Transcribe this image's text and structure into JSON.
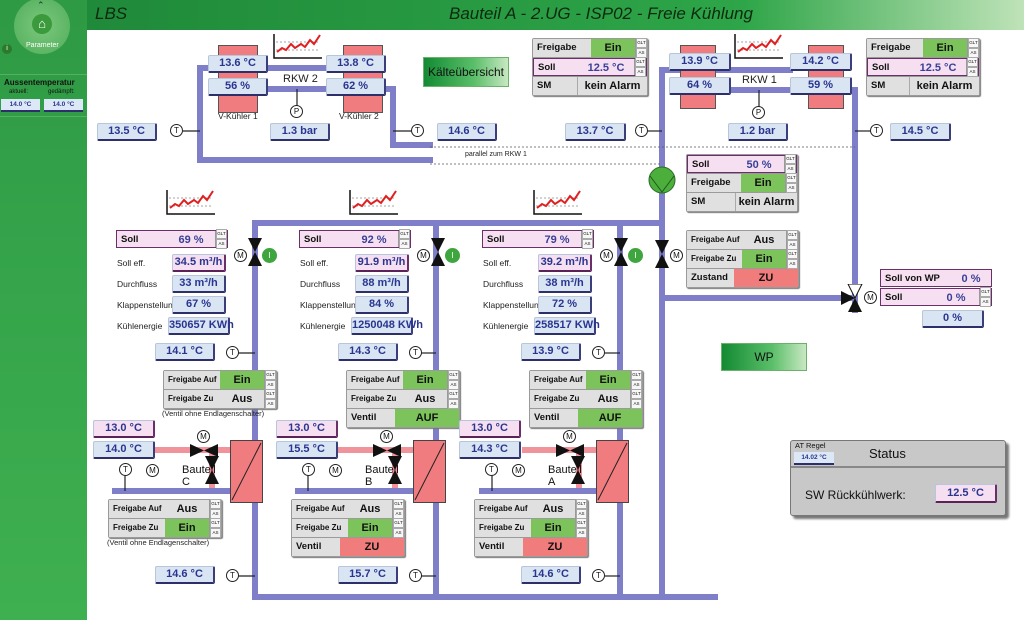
{
  "header": {
    "brand": "LBS",
    "title": "Bauteil A - 2.UG - ISP02 - Freie Kühlung"
  },
  "sidebar": {
    "nav_label": "Parameter",
    "outside_temp": {
      "title": "Aussentemperatur",
      "current_label": "aktuell:",
      "damped_label": "gedämpft:",
      "current": "14.0 °C",
      "damped": "14.0 °C"
    }
  },
  "common": {
    "glt": "GLT",
    "as": "AS",
    "t": "T",
    "p": "P",
    "m": "M"
  },
  "labels": {
    "freigabe": "Freigabe",
    "soll": "Soll",
    "sm": "SM",
    "soll_eff": "Soll eff.",
    "durchfluss": "Durchfluss",
    "klappen": "Klappenstellung",
    "energie": "Kühlenergie",
    "freigabe_auf": "Freigabe Auf",
    "freigabe_zu": "Freigabe Zu",
    "ventil": "Ventil",
    "zustand": "Zustand",
    "soll_wp": "Soll von WP"
  },
  "kaelte_button": "Kälteübersicht",
  "wp_button": "WP",
  "parallel_note": "parallel zum RKW 1",
  "rkw2": {
    "label": "RKW 2",
    "vk1_label": "V-Kühler 1",
    "vk1_temp": "13.6 °C",
    "vk1_pct": "56 %",
    "vk2_label": "V-Kühler 2",
    "vk2_temp": "13.8 °C",
    "vk2_pct": "62 %",
    "pressure": "1.3 bar",
    "temp_in": "13.5 °C",
    "temp_out": "14.6 °C",
    "freigabe": "Ein",
    "soll": "12.5 °C",
    "sm": "kein Alarm"
  },
  "rkw1": {
    "label": "RKW 1",
    "c1_temp": "13.9 °C",
    "c1_pct": "64 %",
    "c2_temp": "14.2 °C",
    "c2_pct": "59 %",
    "pressure": "1.2 bar",
    "temp_in": "13.7 °C",
    "temp_out": "14.5 °C",
    "freigabe": "Ein",
    "soll": "12.5 °C",
    "sm": "kein Alarm"
  },
  "pump": {
    "soll": "50 %",
    "freigabe": "Ein",
    "sm": "kein Alarm",
    "status_color": "#3fae3f"
  },
  "bypass_valve": {
    "freigabe_auf": "Aus",
    "freigabe_zu": "Ein",
    "zustand": "ZU"
  },
  "wp_valve": {
    "soll_wp": "0 %",
    "soll": "0 %",
    "actual": "0 %"
  },
  "status": {
    "title": "Status",
    "at_label": "AT Regel",
    "at_value": "14.02 °C",
    "sw_label": "SW Rückkühlwerk:",
    "sw_value": "12.5 °C"
  },
  "branches": [
    {
      "name": "Bauteil C",
      "soll": "69 %",
      "soll_eff": "34.5 m³/h",
      "durchfluss": "33 m³/h",
      "klappen": "67 %",
      "energie": "350657 KWh",
      "temp_return": "14.1 °C",
      "freigabe_auf": "Ein",
      "freigabe_zu": "Aus",
      "note": "(Ventil ohne Endlagenschalter)",
      "setpoint": "13.0 °C",
      "supply": "14.0 °C",
      "lower_freigabe_auf": "Aus",
      "lower_freigabe_zu": "Ein",
      "lower_note": "(Ventil ohne Endlagenschalter)",
      "temp_bottom": "14.6 °C"
    },
    {
      "name": "Bauteil B",
      "soll": "92 %",
      "soll_eff": "91.9 m³/h",
      "durchfluss": "88 m³/h",
      "klappen": "84 %",
      "energie": "1250048 KWh",
      "temp_return": "14.3 °C",
      "freigabe_auf": "Ein",
      "freigabe_zu": "Aus",
      "ventil": "AUF",
      "setpoint": "13.0 °C",
      "supply": "15.5 °C",
      "lower_freigabe_auf": "Aus",
      "lower_freigabe_zu": "Ein",
      "lower_ventil": "ZU",
      "temp_bottom": "15.7 °C"
    },
    {
      "name": "Bauteil A",
      "soll": "79 %",
      "soll_eff": "39.2 m³/h",
      "durchfluss": "38 m³/h",
      "klappen": "72 %",
      "energie": "258517 KWh",
      "temp_return": "13.9 °C",
      "freigabe_auf": "Ein",
      "freigabe_zu": "Aus",
      "ventil": "AUF",
      "setpoint": "13.0 °C",
      "supply": "14.3 °C",
      "lower_freigabe_auf": "Aus",
      "lower_freigabe_zu": "Ein",
      "lower_ventil": "ZU",
      "temp_bottom": "14.6 °C"
    }
  ]
}
